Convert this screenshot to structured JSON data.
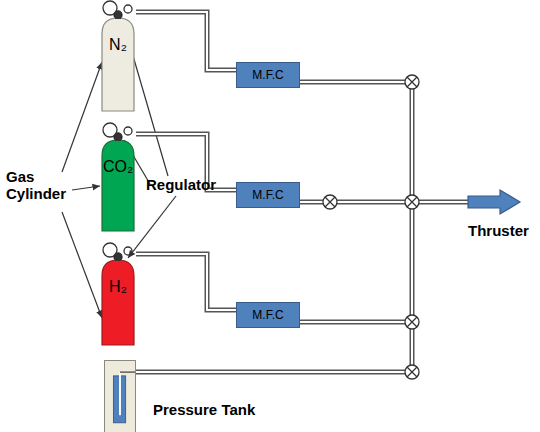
{
  "diagram": {
    "nodes": [
      {
        "text": [
          "N₂"
        ]
      },
      {
        "text": [
          "CO₂"
        ]
      },
      {
        "text": [
          "H₂"
        ]
      },
      {
        "text": [
          "M.F.C"
        ]
      },
      {
        "text": [
          "M.F.C"
        ]
      },
      {
        "text": [
          "M.F.C"
        ]
      },
      {
        "text": [
          "Pressure Tank"
        ]
      }
    ],
    "edges": [
      {
        "from": 0,
        "to": 3,
        "arrow": "none"
      },
      {
        "from": 1,
        "to": 4,
        "arrow": "none"
      },
      {
        "from": 2,
        "to": 5,
        "arrow": "none"
      }
    ],
    "labels": [
      "Gas Cylinder",
      "Regulator",
      "Thruster"
    ]
  }
}
